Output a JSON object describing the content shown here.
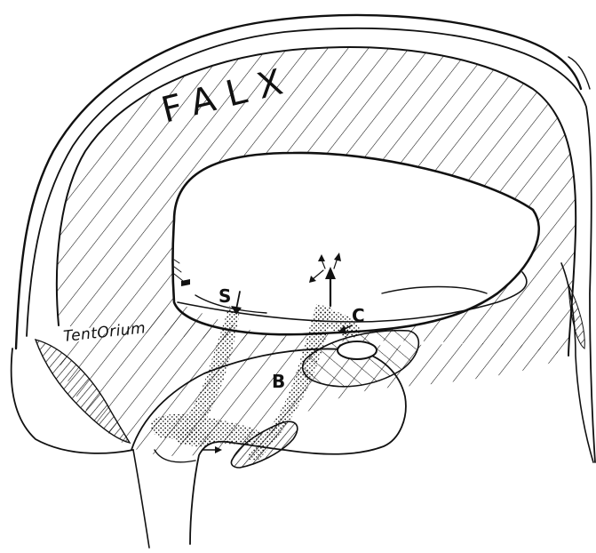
{
  "labels": {
    "falx": "FALX",
    "tentorium": "TentOrium",
    "s": "S",
    "c": "C",
    "b": "B"
  },
  "colors": {
    "ink": "#111111",
    "paper": "#ffffff"
  }
}
